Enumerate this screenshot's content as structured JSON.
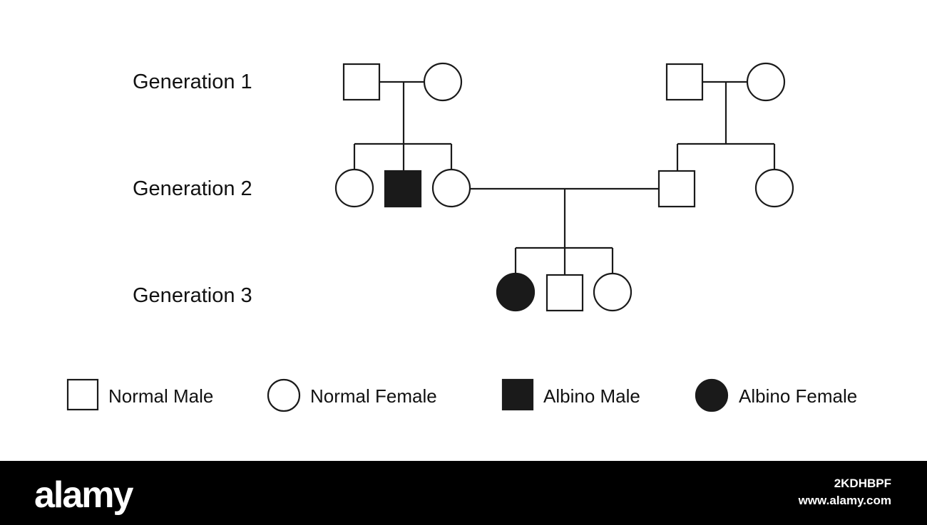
{
  "generations": [
    {
      "label": "Generation 1"
    },
    {
      "label": "Generation 2"
    },
    {
      "label": "Generation 3"
    }
  ],
  "colors": {
    "affected_fill": "#1a1a1a",
    "normal_fill": "#ffffff",
    "stroke": "#1a1a1a",
    "footer_bg": "#000000"
  },
  "pedigree": {
    "individuals": [
      {
        "id": "g1-left-father",
        "generation": 1,
        "sex": "male",
        "affected": false
      },
      {
        "id": "g1-left-mother",
        "generation": 1,
        "sex": "female",
        "affected": false
      },
      {
        "id": "g1-right-father",
        "generation": 1,
        "sex": "male",
        "affected": false
      },
      {
        "id": "g1-right-mother",
        "generation": 1,
        "sex": "female",
        "affected": false
      },
      {
        "id": "g2-daughter-1",
        "generation": 2,
        "sex": "female",
        "affected": false
      },
      {
        "id": "g2-son-albino",
        "generation": 2,
        "sex": "male",
        "affected": true
      },
      {
        "id": "g2-daughter-2",
        "generation": 2,
        "sex": "female",
        "affected": false
      },
      {
        "id": "g2-son-right",
        "generation": 2,
        "sex": "male",
        "affected": false
      },
      {
        "id": "g2-daughter-right",
        "generation": 2,
        "sex": "female",
        "affected": false
      },
      {
        "id": "g3-daughter-albino",
        "generation": 3,
        "sex": "female",
        "affected": true
      },
      {
        "id": "g3-son",
        "generation": 3,
        "sex": "male",
        "affected": false
      },
      {
        "id": "g3-daughter",
        "generation": 3,
        "sex": "female",
        "affected": false
      }
    ]
  },
  "legend": [
    {
      "label": "Normal Male",
      "shape": "square",
      "affected": false
    },
    {
      "label": "Normal Female",
      "shape": "circle",
      "affected": false
    },
    {
      "label": "Albino Male",
      "shape": "square",
      "affected": true
    },
    {
      "label": "Albino Female",
      "shape": "circle",
      "affected": true
    }
  ],
  "watermark": {
    "logo": "alamy",
    "image_id": "2KDHBPF",
    "url": "www.alamy.com"
  }
}
